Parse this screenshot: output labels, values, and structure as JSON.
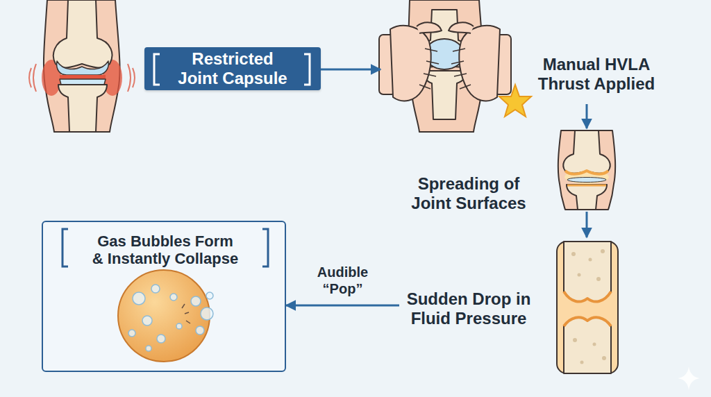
{
  "diagram": {
    "nodes": [
      {
        "text": [
          "Restricted Joint Capsule"
        ]
      },
      {
        "text": [
          "Manual HVLA Thrust Applied"
        ]
      },
      {
        "text": [
          "Spreading of Joint Surfaces"
        ]
      },
      {
        "text": [
          "Sudden Drop in Fluid Pressure"
        ]
      },
      {
        "text": [
          "Gas Bubbles Form & Instantly Collapse"
        ]
      }
    ],
    "edges": [
      {
        "from": 0,
        "to": 1,
        "arrow": "to"
      },
      {
        "from": 1,
        "to": 2,
        "arrow": "to"
      },
      {
        "from": 2,
        "to": 3,
        "arrow": "to"
      },
      {
        "from": 3,
        "to": 4,
        "label": "Audible “Pop”",
        "arrow": "to"
      }
    ]
  }
}
